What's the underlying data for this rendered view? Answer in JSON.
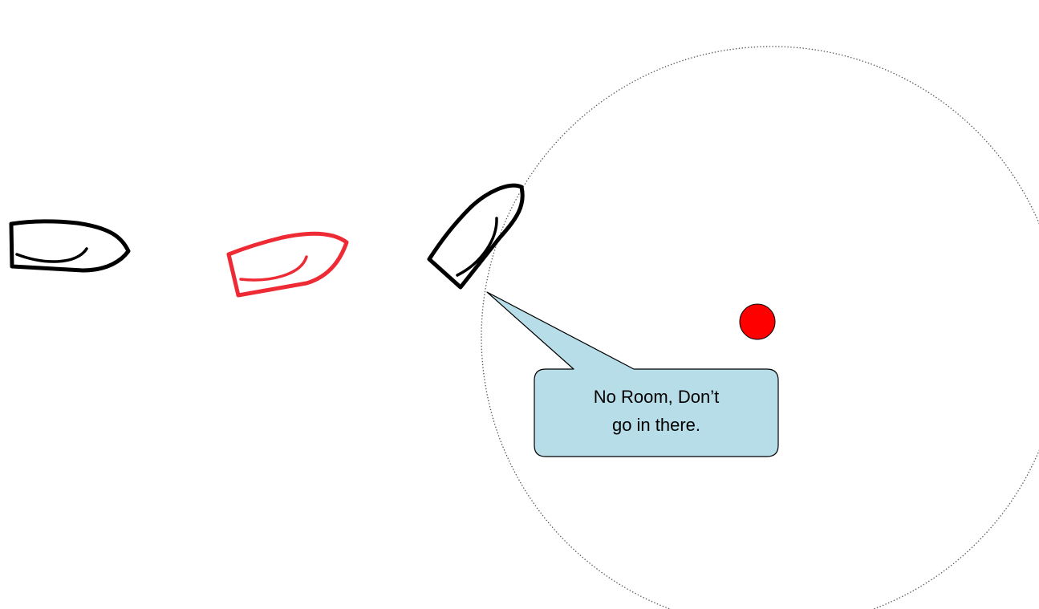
{
  "diagram": {
    "callout": {
      "line1": "No Room, Don’t",
      "line2": "go in there.",
      "fill_color": "#b7dde8"
    },
    "mark": {
      "color": "#ff0000"
    },
    "zone_circle": {
      "style": "dotted",
      "color": "#555555"
    },
    "boats": [
      {
        "color": "#000000"
      },
      {
        "color": "#ee2a35"
      },
      {
        "color": "#000000"
      }
    ]
  }
}
